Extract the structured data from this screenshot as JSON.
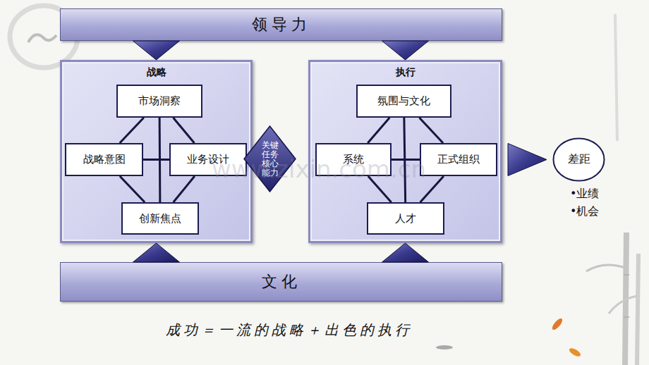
{
  "diagram": {
    "caption": "成功＝一流的战略＋出色的执行",
    "nodes": [
      {
        "text": [
          "领导力"
        ]
      },
      {
        "text": [
          "战略"
        ]
      },
      {
        "text": [
          "市场洞察"
        ],
        "in": 1
      },
      {
        "text": [
          "战略意图"
        ],
        "in": 1
      },
      {
        "text": [
          "业务设计"
        ],
        "in": 1
      },
      {
        "text": [
          "创新焦点"
        ],
        "in": 1
      },
      {
        "text": [
          "关键 任务 核心 能力"
        ]
      },
      {
        "text": [
          "执行"
        ]
      },
      {
        "text": [
          "氛围与文化"
        ],
        "in": 7
      },
      {
        "text": [
          "系统"
        ],
        "in": 7
      },
      {
        "text": [
          "正式组织"
        ],
        "in": 7
      },
      {
        "text": [
          "人才"
        ],
        "in": 7
      },
      {
        "text": [
          "差距"
        ]
      },
      {
        "text": [
          "文化"
        ]
      }
    ],
    "edges": [
      {
        "from": 0,
        "to": 1,
        "arrow": "to"
      },
      {
        "from": 0,
        "to": 7,
        "arrow": "to"
      },
      {
        "from": 13,
        "to": 1,
        "arrow": "to"
      },
      {
        "from": 13,
        "to": 7,
        "arrow": "to"
      },
      {
        "from": 2,
        "to": 3,
        "arrow": "none"
      },
      {
        "from": 2,
        "to": 4,
        "arrow": "none"
      },
      {
        "from": 3,
        "to": 5,
        "arrow": "none"
      },
      {
        "from": 4,
        "to": 5,
        "arrow": "none"
      },
      {
        "from": 2,
        "to": 5,
        "arrow": "none"
      },
      {
        "from": 3,
        "to": 4,
        "arrow": "none"
      },
      {
        "from": 8,
        "to": 9,
        "arrow": "none"
      },
      {
        "from": 8,
        "to": 10,
        "arrow": "none"
      },
      {
        "from": 9,
        "to": 11,
        "arrow": "none"
      },
      {
        "from": 10,
        "to": 11,
        "arrow": "none"
      },
      {
        "from": 8,
        "to": 11,
        "arrow": "none"
      },
      {
        "from": 9,
        "to": 10,
        "arrow": "none"
      },
      {
        "from": 7,
        "to": 12,
        "arrow": "to"
      }
    ],
    "labels": [
      "•业绩",
      "•机会",
      "www.zixin.com.cn"
    ]
  }
}
